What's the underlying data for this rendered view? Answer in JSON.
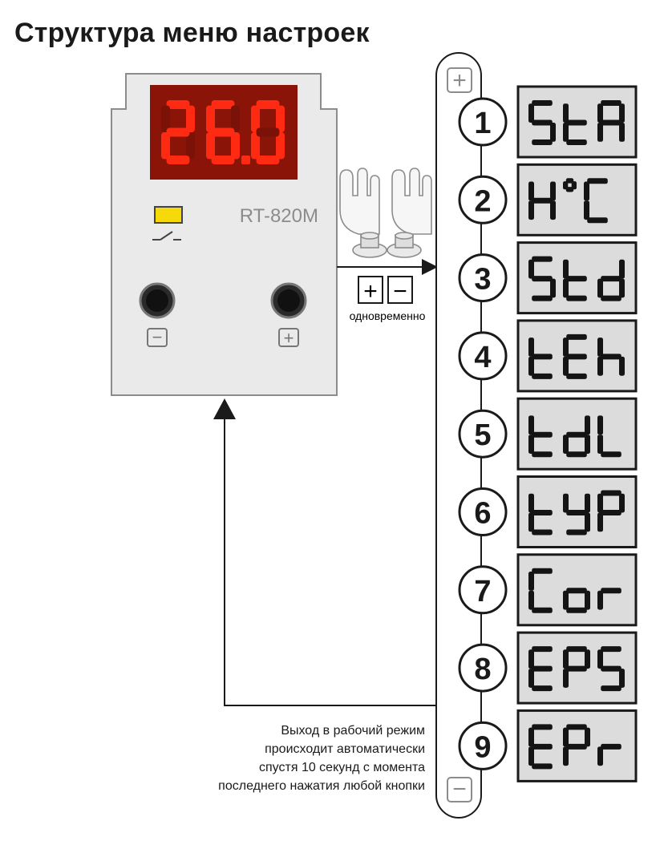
{
  "title": "Структура меню настроек",
  "device": {
    "display_value": "26.0",
    "model": "RT-820M",
    "indicator_color": "#f5d90a",
    "display_bg": "#8a1408",
    "segment_color": "#ff2a12",
    "button_left_sign": "−",
    "button_right_sign": "+"
  },
  "combo": {
    "plus": "+",
    "minus": "−",
    "caption": "одновременно"
  },
  "scroll": {
    "top_sign": "+",
    "bottom_sign": "−"
  },
  "menu_items": [
    {
      "num": "1",
      "code": "StA"
    },
    {
      "num": "2",
      "code": "H°C"
    },
    {
      "num": "3",
      "code": "Std"
    },
    {
      "num": "4",
      "code": "tEh"
    },
    {
      "num": "5",
      "code": "tdL"
    },
    {
      "num": "6",
      "code": "tYP"
    },
    {
      "num": "7",
      "code": "Cor"
    },
    {
      "num": "8",
      "code": "EPS"
    },
    {
      "num": "9",
      "code": "EPr"
    }
  ],
  "exit_note": [
    "Выход в рабочий режим",
    "происходит автоматически",
    "спустя 10 секунд с момента",
    "последнего нажатия любой кнопки"
  ],
  "colors": {
    "lcd_bg": "#dcdcdc",
    "device_body": "#eaeaea",
    "outline": "#1a1a1a"
  }
}
